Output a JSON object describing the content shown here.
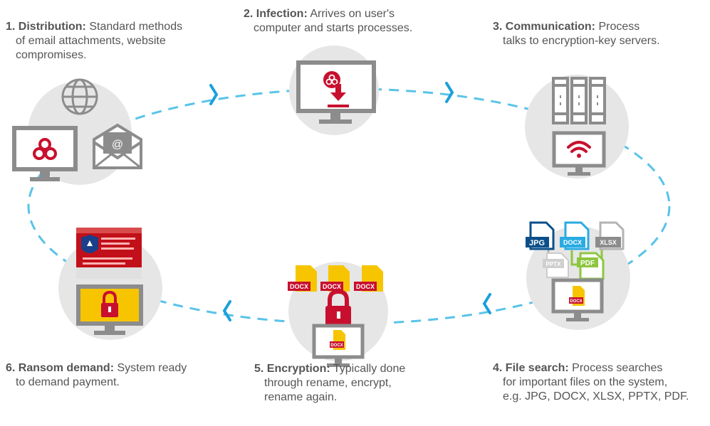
{
  "steps": [
    {
      "title": "1. Distribution:",
      "line1": "Standard methods",
      "line2": "of email attachments, website",
      "line3": "compromises."
    },
    {
      "title": "2. Infection:",
      "line1": "Arrives on user's",
      "line2": "computer and starts processes."
    },
    {
      "title": "3. Communication:",
      "line1": "Process",
      "line2": "talks to encryption-key servers."
    },
    {
      "title": "4. File search:",
      "line1": "Process searches",
      "line2": "for important files on the system,",
      "line3": "e.g. JPG, DOCX, XLSX, PPTX, PDF."
    },
    {
      "title": "5. Encryption:",
      "line1": "Typically done",
      "line2": "through rename, encrypt,",
      "line3": "rename again."
    },
    {
      "title": "6. Ransom demand:",
      "line1": "System ready",
      "line2": "to demand payment."
    }
  ],
  "file_labels": {
    "jpg": "JPG",
    "docx": "DOCX",
    "xlsx": "XLSX",
    "pptx": "PPTX",
    "pdf": "PDF"
  },
  "email_symbol": "@",
  "colors": {
    "dash": "#59c3e8",
    "arrow": "#1aa0dc",
    "node_bg": "#e6e6e6",
    "device": "#8c8c8c",
    "alert": "#c8102e",
    "doc": "#f7c500",
    "jpg": "#0b4f8a",
    "docx": "#29abe2",
    "pdf": "#8dc63f",
    "gray_doc": "#b3b3b3"
  }
}
